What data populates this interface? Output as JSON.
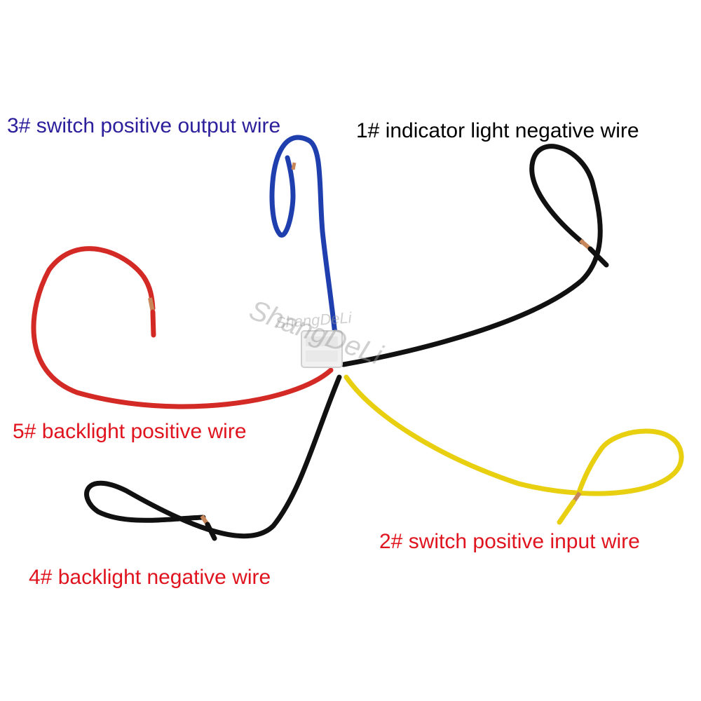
{
  "labels": {
    "wire3": "3# switch positive output wire",
    "wire1": "1# indicator light negative wire",
    "wire5": "5# backlight positive wire",
    "wire2": "2# switch positive input wire",
    "wire4": "4# backlight negative wire"
  },
  "watermark": {
    "main": "ShangDeLi",
    "small": "ShangDeLi"
  },
  "colors": {
    "wire3_label": "#2c1f9c",
    "wire1_label": "#000000",
    "wire5_label": "#e0141e",
    "wire2_label": "#e0141e",
    "wire4_label": "#e0141e",
    "blue_wire": "#1f3fae",
    "black_wire": "#111111",
    "red_wire": "#d42a25",
    "yellow_wire": "#e8cf10",
    "copper": "#c8875a",
    "connector": "#f1f1f1"
  }
}
